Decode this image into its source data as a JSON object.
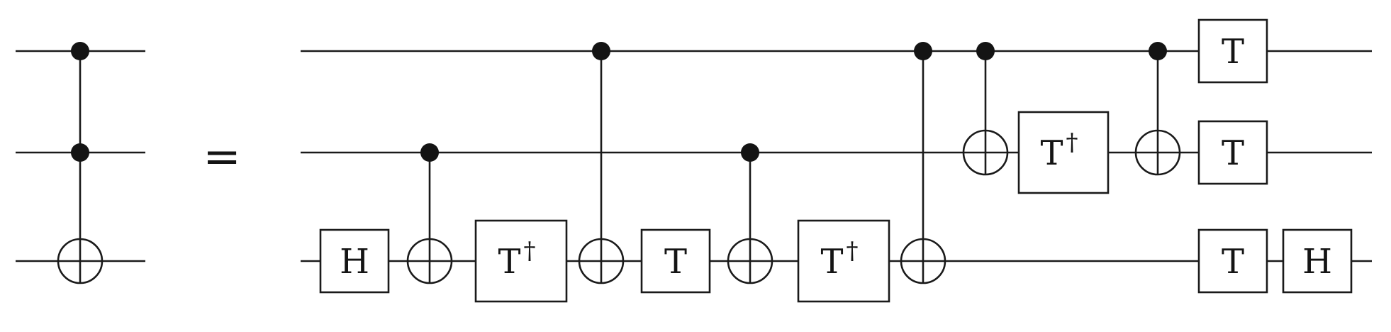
{
  "diagram": {
    "relation_symbol": "=",
    "lhs": {
      "gate": "Toffoli",
      "controls": [
        0,
        1
      ],
      "target": 2
    },
    "rhs": {
      "ops": [
        {
          "kind": "gate",
          "label": "H",
          "qubit": 2
        },
        {
          "kind": "cnot",
          "control": 1,
          "target": 2
        },
        {
          "kind": "gate",
          "label": "T†",
          "qubit": 2
        },
        {
          "kind": "cnot",
          "control": 0,
          "target": 2
        },
        {
          "kind": "gate",
          "label": "T",
          "qubit": 2
        },
        {
          "kind": "cnot",
          "control": 1,
          "target": 2
        },
        {
          "kind": "gate",
          "label": "T†",
          "qubit": 2
        },
        {
          "kind": "cnot",
          "control": 0,
          "target": 2
        },
        {
          "kind": "cnot",
          "control": 0,
          "target": 1
        },
        {
          "kind": "gate",
          "label": "T†",
          "qubit": 1
        },
        {
          "kind": "cnot",
          "control": 0,
          "target": 1
        },
        {
          "kind": "gate",
          "label": "T",
          "qubit": 0
        },
        {
          "kind": "gate",
          "label": "T",
          "qubit": 1
        },
        {
          "kind": "gate",
          "label": "T",
          "qubit": 2
        },
        {
          "kind": "gate",
          "label": "H",
          "qubit": 2
        }
      ]
    }
  },
  "colors": {
    "ink": "#141414",
    "background": "#ffffff"
  }
}
